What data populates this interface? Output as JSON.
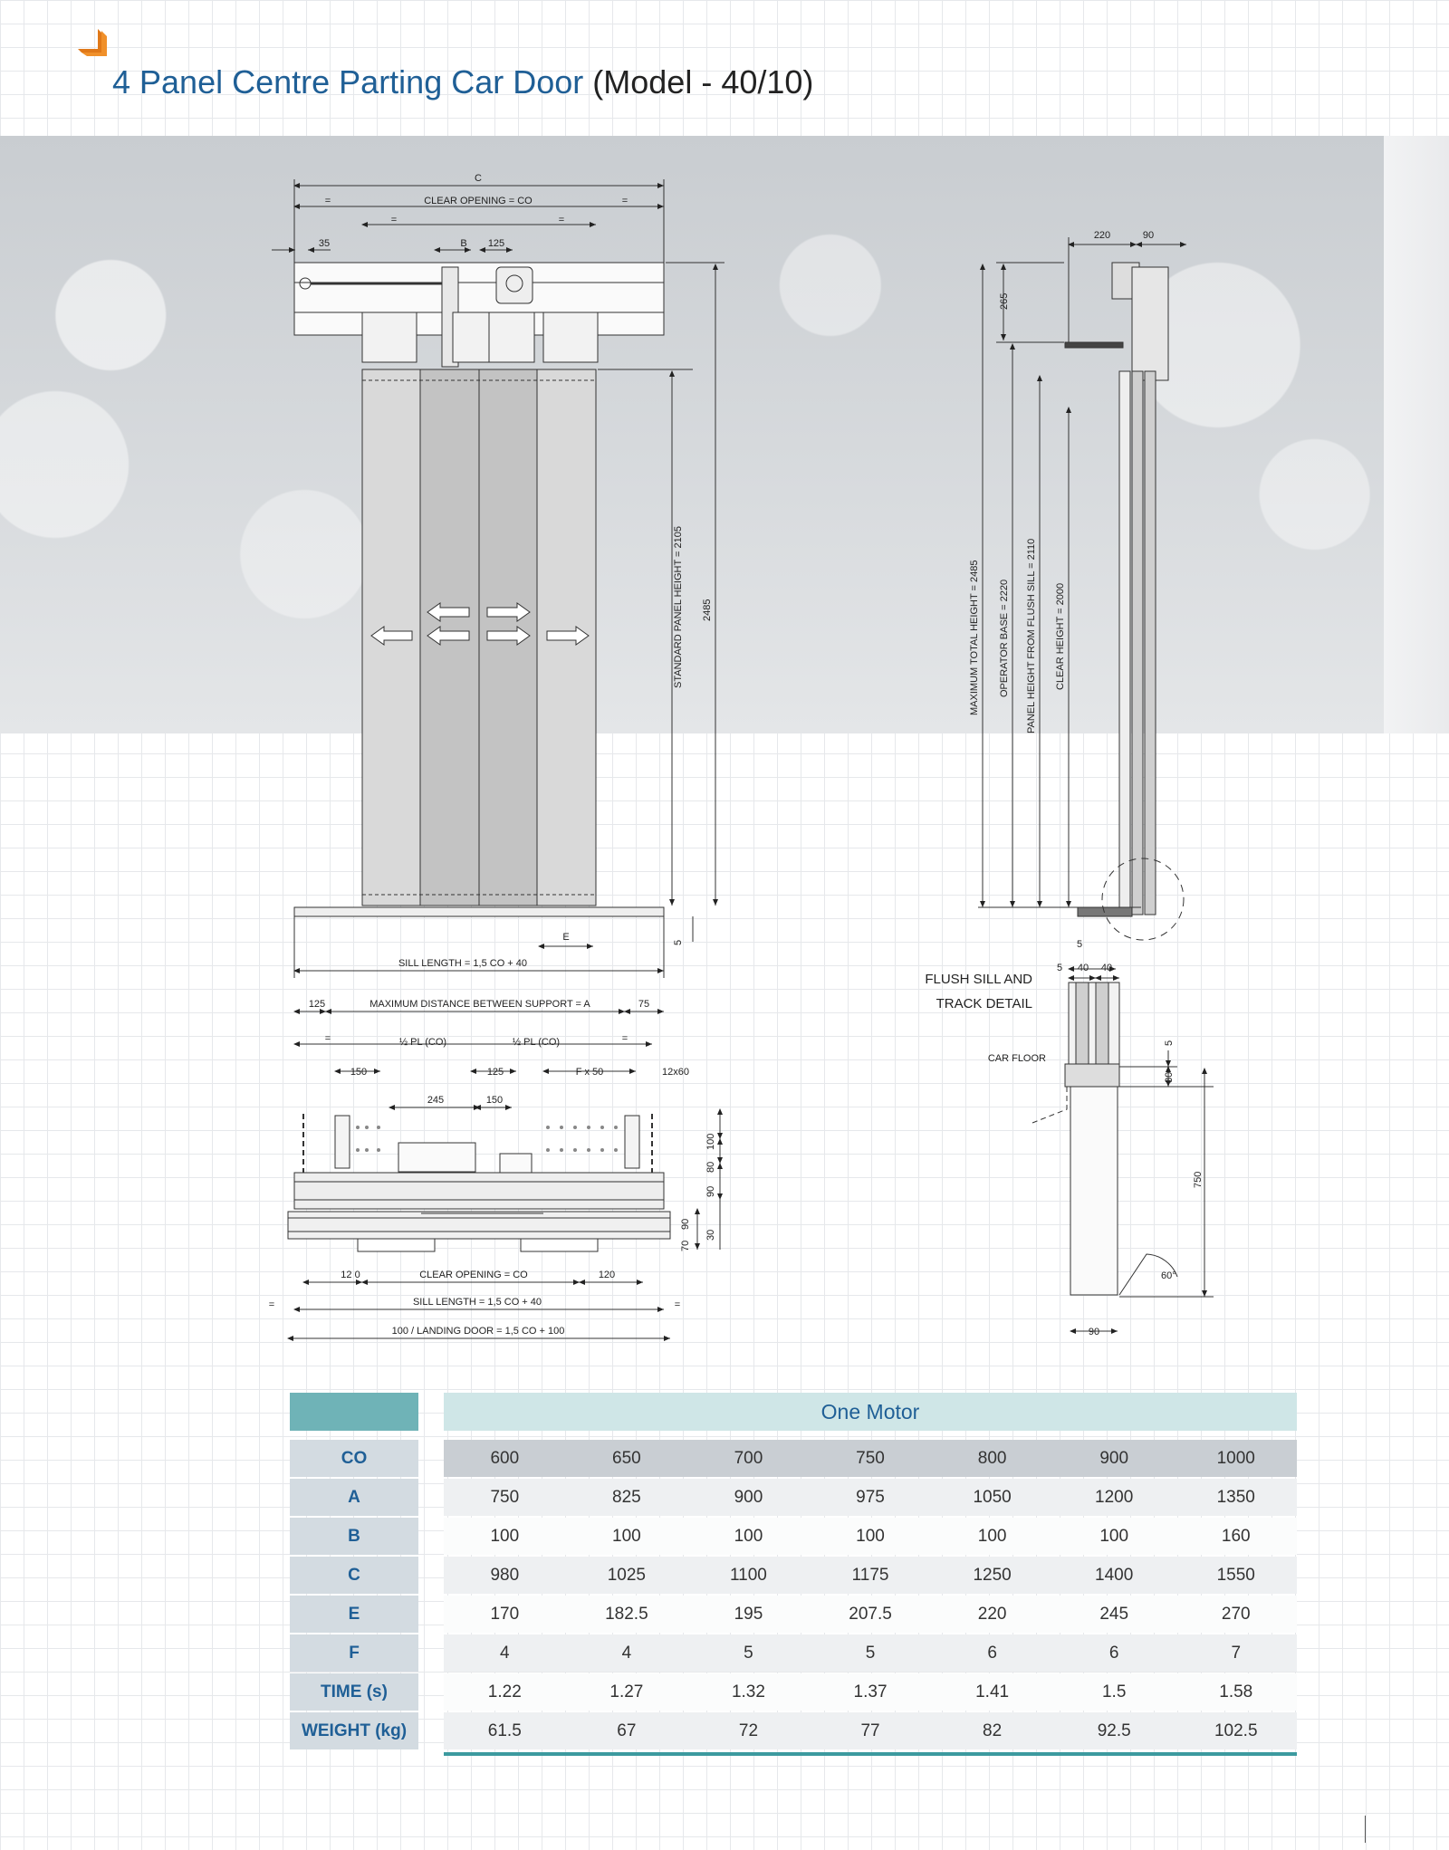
{
  "title": {
    "main": "4 Panel Centre Parting Car Door",
    "model": "(Model - 40/10)"
  },
  "front_view": {
    "dims": {
      "c": "C",
      "eq": "=",
      "clear_opening": "CLEAR OPENING = CO",
      "d35": "35",
      "b": "B",
      "d125": "125",
      "std_panel_height": "STANDARD PANEL HEIGHT = 2105",
      "h2485": "2485",
      "e": "E",
      "d5": "5",
      "sill_length": "SILL LENGTH = 1,5 CO + 40"
    }
  },
  "side_view": {
    "dims": {
      "d220": "220",
      "d90": "90",
      "d265": "265",
      "max_total_height": "MAXIMUM TOTAL HEIGHT = 2485",
      "operator_base": "OPERATOR BASE = 2220",
      "panel_height_flush": "PANEL HEIGHT FROM FLUSH SILL = 2110",
      "clear_height": "CLEAR HEIGHT = 2000"
    }
  },
  "top_view": {
    "dims": {
      "d125": "125",
      "max_distance": "MAXIMUM DISTANCE BETWEEN SUPPORT = A",
      "d75": "75",
      "half_pl_label": "½ PL (CO)",
      "d150": "150",
      "d125b": "125",
      "fx50": "F x 50",
      "d12x60": "12x60",
      "d245": "245",
      "d150b": "150",
      "d100": "100",
      "d80": "80",
      "d90": "90",
      "d90b": "90",
      "d70": "70",
      "d30": "30",
      "d120a": "12 0",
      "clear_opening": "CLEAR OPENING = CO",
      "d120": "120",
      "sill_length": "SILL LENGTH = 1,5 CO + 40",
      "landing_door": "100 / LANDING DOOR = 1,5 CO + 100"
    }
  },
  "sill_detail": {
    "title_line1": "FLUSH SILL AND",
    "title_line2": "TRACK DETAIL",
    "car_floor": "CAR FLOOR",
    "dims": {
      "d5": "5",
      "d40a": "40",
      "d40b": "40",
      "d5b": "5",
      "d30": "30",
      "d750": "750",
      "d60": "60°",
      "d90": "90",
      "d5c": "5"
    }
  },
  "spec_table": {
    "group_header": "One Motor",
    "rows": [
      {
        "label": "CO",
        "values": [
          "600",
          "650",
          "700",
          "750",
          "800",
          "900",
          "1000"
        ]
      },
      {
        "label": "A",
        "values": [
          "750",
          "825",
          "900",
          "975",
          "1050",
          "1200",
          "1350"
        ]
      },
      {
        "label": "B",
        "values": [
          "100",
          "100",
          "100",
          "100",
          "100",
          "100",
          "160"
        ]
      },
      {
        "label": "C",
        "values": [
          "980",
          "1025",
          "1100",
          "1175",
          "1250",
          "1400",
          "1550"
        ]
      },
      {
        "label": "E",
        "values": [
          "170",
          "182.5",
          "195",
          "207.5",
          "220",
          "245",
          "270"
        ]
      },
      {
        "label": "F",
        "values": [
          "4",
          "4",
          "5",
          "5",
          "6",
          "6",
          "7"
        ]
      },
      {
        "label": "TIME (s)",
        "values": [
          "1.22",
          "1.27",
          "1.32",
          "1.37",
          "1.41",
          "1.5",
          "1.58"
        ]
      },
      {
        "label": "WEIGHT (kg)",
        "values": [
          "61.5",
          "67",
          "72",
          "77",
          "82",
          "92.5",
          "102.5"
        ]
      }
    ]
  },
  "colors": {
    "title_blue": "#1f5f96",
    "table_teal": "#6fb3b7",
    "accent_orange": "#f0902a"
  }
}
